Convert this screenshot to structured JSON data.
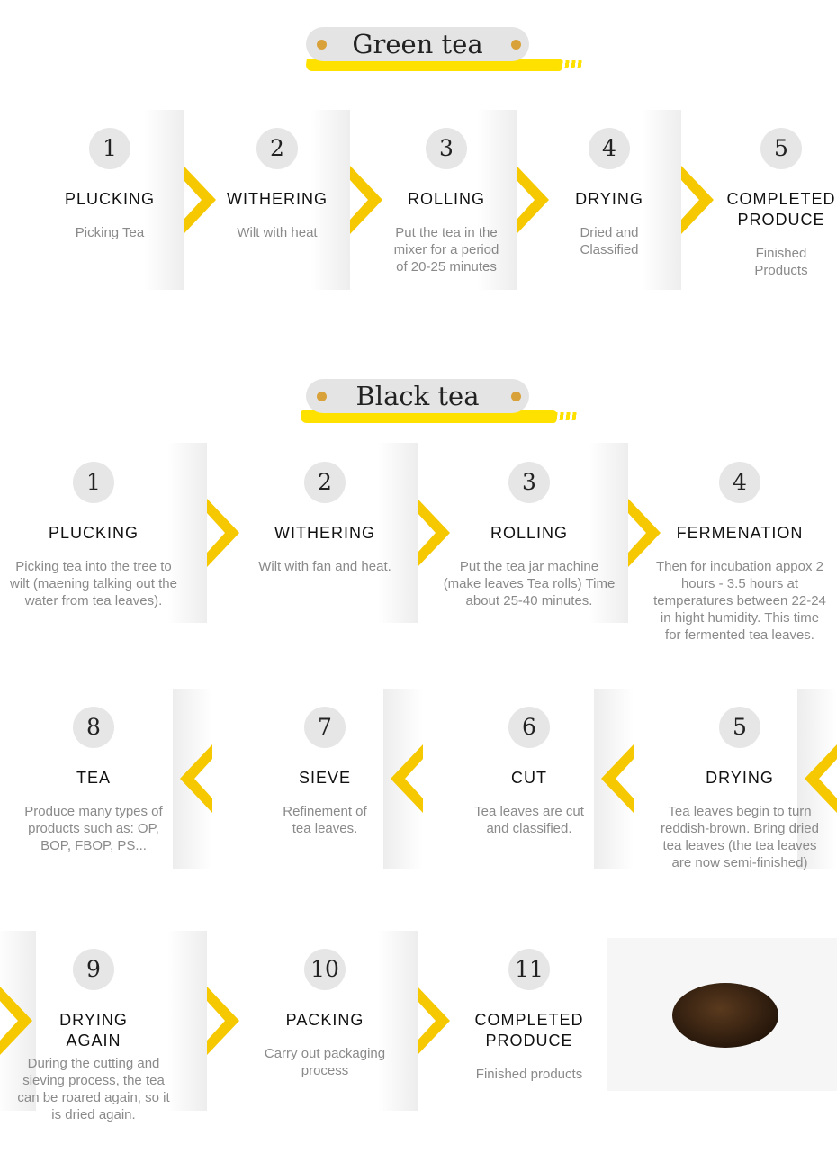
{
  "green": {
    "title": "Green tea",
    "steps": [
      {
        "num": "1",
        "label": "PLUCKING",
        "desc": "Picking Tea"
      },
      {
        "num": "2",
        "label": "WITHERING",
        "desc": "Wilt with heat"
      },
      {
        "num": "3",
        "label": "ROLLING",
        "desc": "Put the tea in the mixer for a period of 20-25 minutes"
      },
      {
        "num": "4",
        "label": "DRYING",
        "desc": "Dried and Classified"
      },
      {
        "num": "5",
        "label": "COMPLETED PRODUCE",
        "desc": "Finished Products"
      }
    ]
  },
  "black": {
    "title": "Black tea",
    "steps": [
      {
        "num": "1",
        "label": "PLUCKING",
        "desc": "Picking tea into the tree to wilt (maening talking out the water from tea leaves)."
      },
      {
        "num": "2",
        "label": "WITHERING",
        "desc": "Wilt with fan and heat."
      },
      {
        "num": "3",
        "label": "ROLLING",
        "desc": "Put the tea jar machine (make leaves Tea rolls) Time about 25-40 minutes."
      },
      {
        "num": "4",
        "label": "FERMENATION",
        "desc": "Then for incubation appox 2 hours - 3.5 hours at temperatures between 22-24 in hight humidity. This time for fermented tea leaves."
      },
      {
        "num": "5",
        "label": "DRYING",
        "desc": "Tea leaves begin to turn reddish-brown. Bring dried tea leaves (the tea leaves are now semi-finished)"
      },
      {
        "num": "6",
        "label": "CUT",
        "desc": "Tea leaves are cut and classified."
      },
      {
        "num": "7",
        "label": "SIEVE",
        "desc": "Refinement of tea leaves."
      },
      {
        "num": "8",
        "label": "TEA",
        "desc": "Produce many types of products such as: OP, BOP, FBOP, PS..."
      },
      {
        "num": "9",
        "label": "DRYING AGAIN",
        "desc": "During the cutting and sieving process, the tea can be roared again, so it is dried again."
      },
      {
        "num": "10",
        "label": "PACKING",
        "desc": "Carry out packaging process"
      },
      {
        "num": "11",
        "label": "COMPLETED PRODUCE",
        "desc": "Finished products"
      }
    ]
  },
  "icons": {
    "arrow": "chevron-arrow-icon",
    "dot": "dot-icon"
  },
  "colors": {
    "accent": "#f5c800",
    "brush": "#ffe100",
    "dot": "#d9a13a",
    "pill": "#e4e4e4"
  }
}
